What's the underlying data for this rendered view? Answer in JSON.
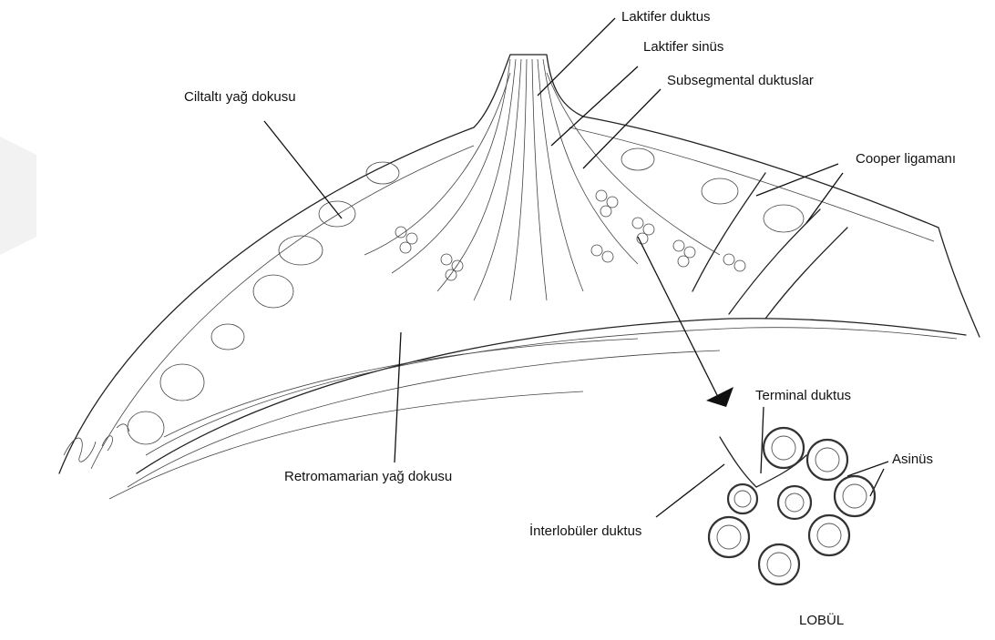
{
  "labels": {
    "laktifer_duktus": "Laktifer duktus",
    "laktifer_sinus": "Laktifer sinüs",
    "subsegmental_duktuslar": "Subsegmental duktuslar",
    "ciltalti_yag_dokusu": "Ciltaltı yağ dokusu",
    "cooper_ligamani": "Cooper ligamanı",
    "retromamarian_yag_dokusu": "Retromamarian yağ dokusu",
    "terminal_duktus": "Terminal duktus",
    "asinus": "Asinüs",
    "interlobuler_duktus": "İnterlobüler duktus",
    "lobul": "LOBÜL"
  }
}
